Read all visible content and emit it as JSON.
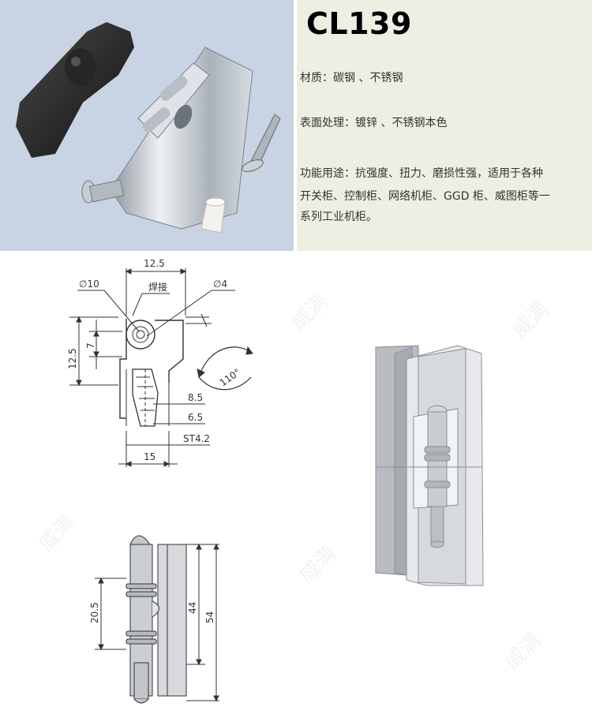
{
  "title": "CL139",
  "specs": [
    "材质：碳钢 、不锈钢",
    "表面处理：镀锌 、不锈钢本色",
    "功能用途：抗强度、扭力、磨损性强，适用于各种",
    "开关柜、控制柜、网络机柜、GGD 柜、威图柜等一",
    "系列工业机柜。"
  ],
  "section_drawing": {
    "dim_top": "12.5",
    "dia_left": "∅10",
    "weld_label": "焊接",
    "dia_right": "∅4",
    "dim_height_outer": "12.5",
    "dim_height_inner": "7",
    "angle": "110°",
    "dim_85": "8.5",
    "dim_65": "6.5",
    "screw": "ST4.2",
    "dim_bottom": "15"
  },
  "front_drawing": {
    "dim_205": "20.5",
    "dim_44": "44",
    "dim_54": "54"
  },
  "watermark": "威满",
  "colors": {
    "photo_bg": "#c8d3e3",
    "spec_bg": "#efeee2",
    "line": "#333333",
    "metal": "#c9ccd0"
  }
}
